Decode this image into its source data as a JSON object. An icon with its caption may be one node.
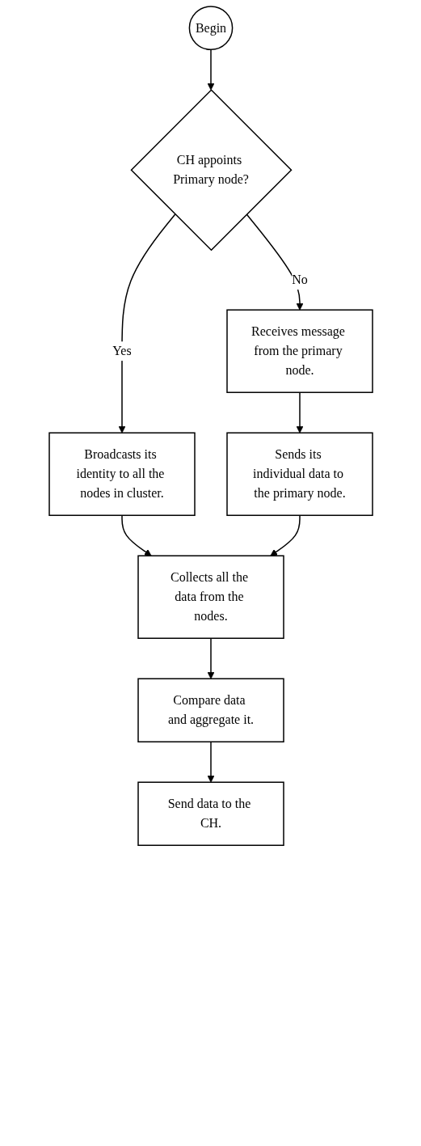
{
  "diagram": {
    "nodes": [
      {
        "text": [
          "Begin"
        ]
      },
      {
        "text": [
          "CH appoints Primary node?"
        ]
      },
      {
        "text": [
          "Broadcasts its identity to all the nodes in cluster."
        ]
      },
      {
        "text": [
          "Receives message from the primary node."
        ]
      },
      {
        "text": [
          "Collects all the data from the nodes."
        ]
      },
      {
        "text": [
          "Sends its individual data to the primary node."
        ]
      },
      {
        "text": [
          "Compare data and aggregate it."
        ]
      },
      {
        "text": [
          "Send data to the CH."
        ]
      }
    ],
    "edges": [
      {
        "from": 0,
        "to": 1,
        "arrow": "to"
      },
      {
        "from": 1,
        "to": 2,
        "arrow": "to",
        "label": "Yes"
      },
      {
        "from": 1,
        "to": 3,
        "arrow": "to",
        "label": "No"
      },
      {
        "from": 2,
        "to": 4,
        "arrow": "to"
      },
      {
        "from": 3,
        "to": 5,
        "arrow": "to"
      },
      {
        "from": 5,
        "to": 4,
        "arrow": "to"
      },
      {
        "from": 4,
        "to": 6,
        "arrow": "to"
      },
      {
        "from": 6,
        "to": 7,
        "arrow": "to"
      }
    ]
  }
}
